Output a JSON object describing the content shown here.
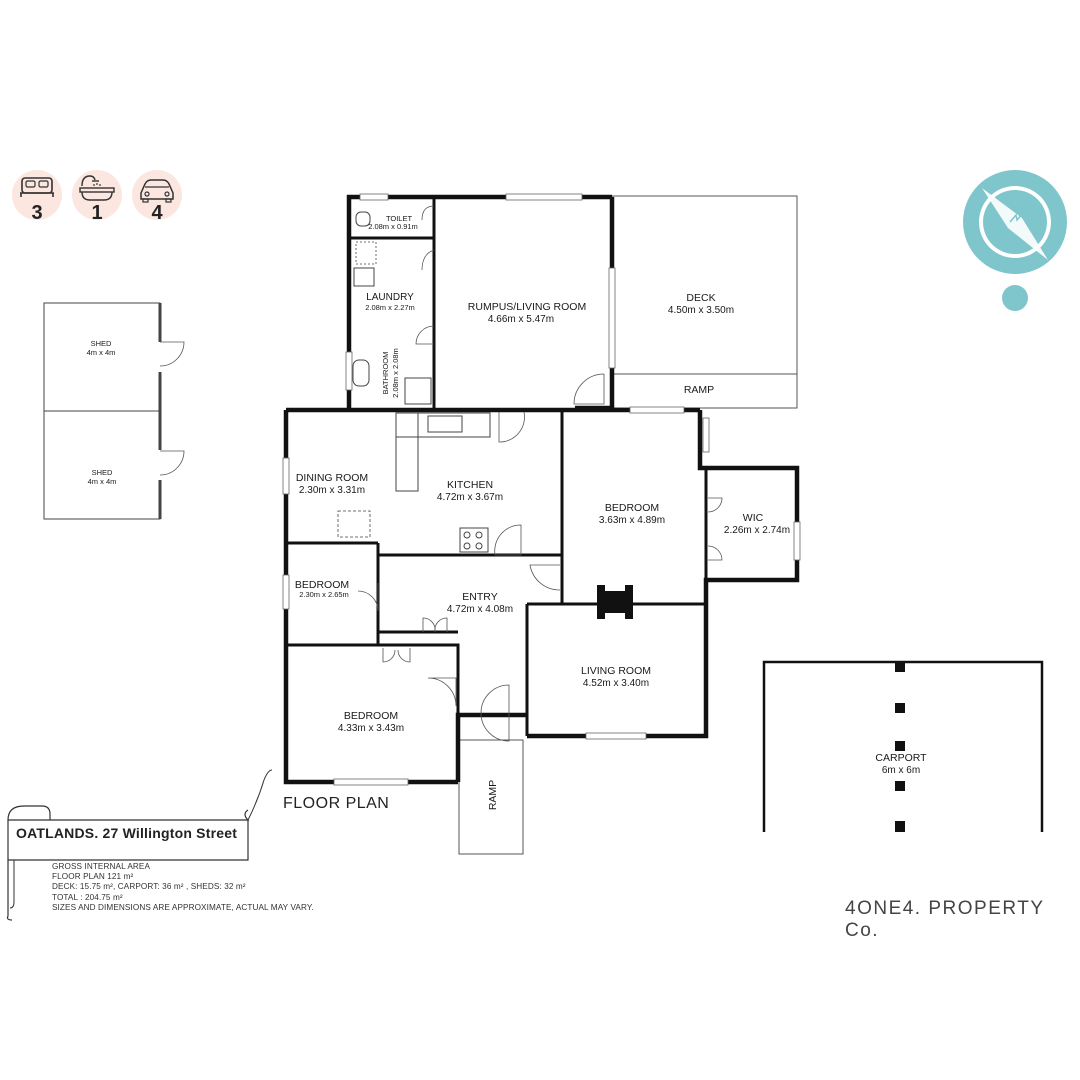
{
  "features": {
    "bedrooms": "3",
    "bathrooms": "1",
    "car_spaces": "4"
  },
  "rooms": {
    "toilet": {
      "name": "TOILET",
      "dim": "2.08m x 0.91m"
    },
    "laundry": {
      "name": "LAUNDRY",
      "dim": "2.08m x 2.27m"
    },
    "bathroom": {
      "name": "BATHROOM",
      "dim": "2.08m x 2.08m"
    },
    "rumpus": {
      "name": "RUMPUS/LIVING ROOM",
      "dim": "4.66m x 5.47m"
    },
    "deck": {
      "name": "DECK",
      "dim": "4.50m x 3.50m"
    },
    "ramp_top": {
      "name": "RAMP"
    },
    "dining": {
      "name": "DINING ROOM",
      "dim": "2.30m x 3.31m"
    },
    "kitchen": {
      "name": "KITCHEN",
      "dim": "4.72m x 3.67m"
    },
    "bedroom_main": {
      "name": "BEDROOM",
      "dim": "3.63m x 4.89m"
    },
    "wic": {
      "name": "WIC",
      "dim": "2.26m x 2.74m"
    },
    "bedroom_small": {
      "name": "BEDROOM",
      "dim": "2.30m x 2.65m"
    },
    "entry": {
      "name": "ENTRY",
      "dim": "4.72m x 4.08m"
    },
    "living": {
      "name": "LIVING ROOM",
      "dim": "4.52m x 3.40m"
    },
    "bedroom_sw": {
      "name": "BEDROOM",
      "dim": "4.33m x 3.43m"
    },
    "ramp_bottom": {
      "name": "RAMP"
    },
    "shed1": {
      "name": "SHED",
      "dim": "4m x 4m"
    },
    "shed2": {
      "name": "SHED",
      "dim": "4m x 4m"
    },
    "carport": {
      "name": "CARPORT",
      "dim": "6m x 6m"
    }
  },
  "floor_plan_title": "FLOOR PLAN",
  "address": "OATLANDS. 27 Willington Street",
  "info": {
    "line1": "GROSS INTERNAL AREA",
    "line2": "FLOOR PLAN 121 m²",
    "line3": "DECK: 15.75 m², CARPORT: 36 m² , SHEDS: 32 m²",
    "line4": "TOTAL :  204.75 m²",
    "line5": "SIZES AND DIMENSIONS ARE APPROXIMATE, ACTUAL MAY VARY."
  },
  "brand": "4ONE4. PROPERTY Co.",
  "colors": {
    "accent_teal": "#7fc6cc",
    "feature_circle": "#fbe6e0",
    "wall": "#111111"
  },
  "icons": [
    "bed-icon",
    "bath-icon",
    "car-icon",
    "compass-icon"
  ]
}
